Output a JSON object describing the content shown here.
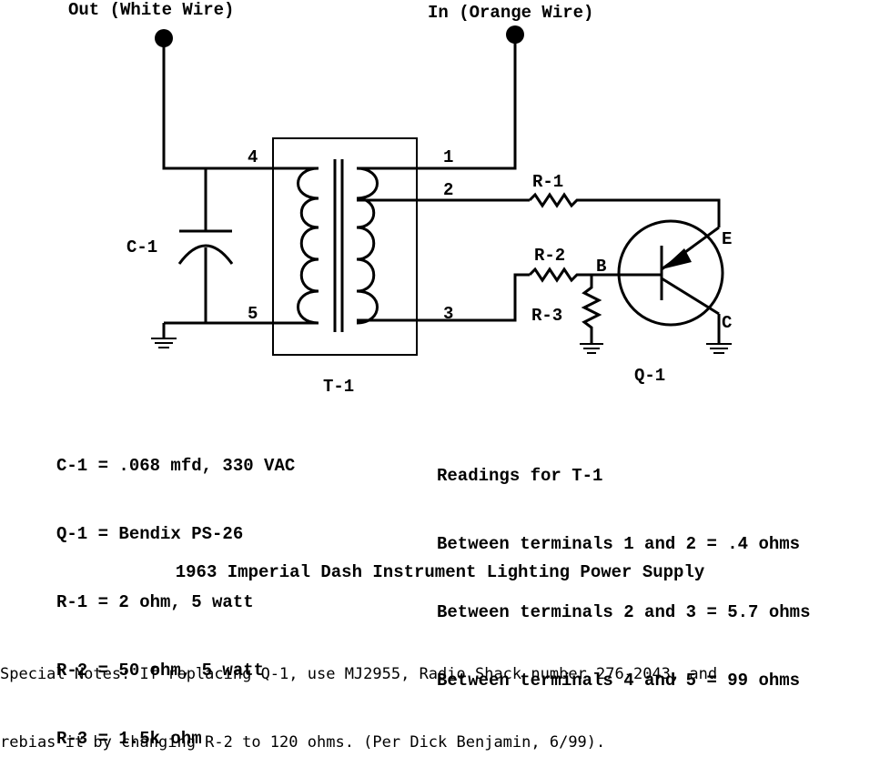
{
  "diagram": {
    "out_label": "Out (White Wire)",
    "in_label": "In (Orange Wire)",
    "terminals": {
      "t4": "4",
      "t5": "5",
      "t1": "1",
      "t2": "2",
      "t3": "3"
    },
    "components": {
      "c1": "C-1",
      "t1": "T-1",
      "q1": "Q-1",
      "r1": "R-1",
      "r2": "R-2",
      "r3": "R-3",
      "pin_b": "B",
      "pin_e": "E",
      "pin_c": "C"
    }
  },
  "specs": [
    "C-1 = .068 mfd, 330 VAC",
    "Q-1 = Bendix PS-26",
    "R-1 = 2 ohm, 5 watt",
    "R-2 = 50 ohm, 5 watt",
    "R-3 = 1.5k ohm"
  ],
  "readings": {
    "heading": "Readings for T-1",
    "lines": [
      "Between terminals 1 and 2 = .4 ohms",
      "Between terminals 2 and 3 = 5.7 ohms",
      "Between terminals 4 and 5 = 99 ohms"
    ]
  },
  "caption": "1963 Imperial Dash Instrument Lighting Power Supply",
  "notes": [
    "Special Notes: If replacing Q-1, use MJ2955, Radio Shack number 276-2043, and",
    "rebias it by changing R-2 to 120 ohms. (Per Dick Benjamin, 6/99)."
  ]
}
